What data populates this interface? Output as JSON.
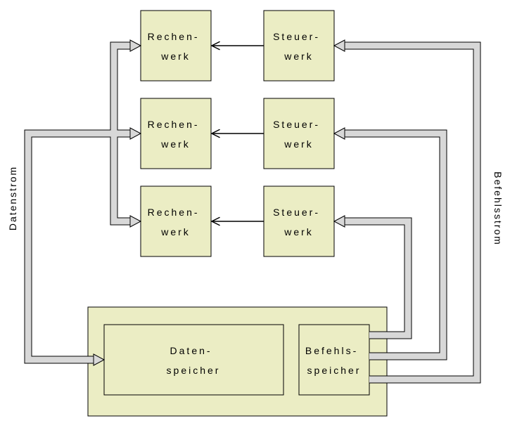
{
  "diagram": {
    "boxes": {
      "rechenwerk": {
        "line1": "Rechen-",
        "line2": "werk"
      },
      "steuerwerk": {
        "line1": "Steuer-",
        "line2": "werk"
      },
      "datenspeicher": {
        "line1": "Daten-",
        "line2": "speicher"
      },
      "befehlsspeicher": {
        "line1": "Befehls-",
        "line2": "speicher"
      }
    },
    "stream_labels": {
      "data": "Datenstrom",
      "instruction": "Befehlsstrom"
    },
    "colors": {
      "box_fill": "#ebedc4",
      "arrow_fill": "#d8d8d8",
      "arrow_outline": "#000000"
    }
  }
}
